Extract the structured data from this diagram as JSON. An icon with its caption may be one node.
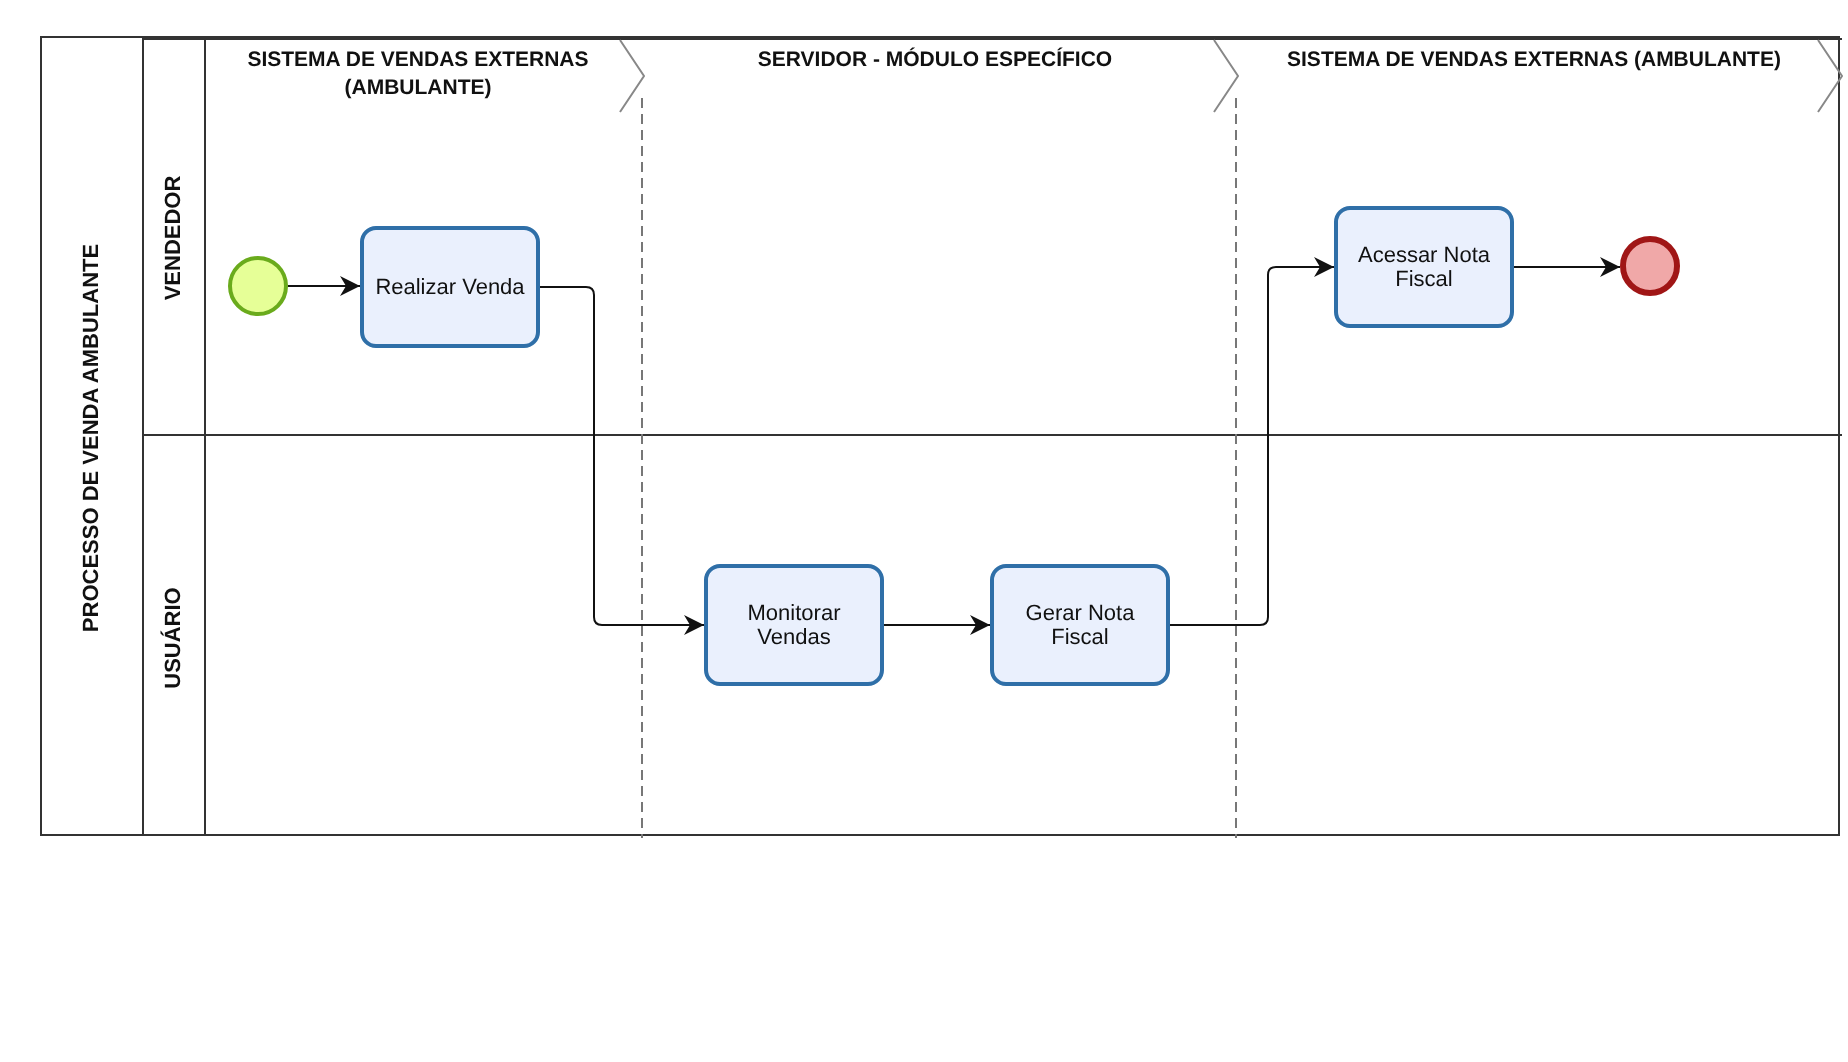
{
  "diagram": {
    "nodes": [
      {
        "text": [
          "PROCESSO DE VENDA AMBULANTE"
        ]
      },
      {
        "text": [
          "VENDEDOR"
        ],
        "in": 0
      },
      {
        "text": [
          "USUÁRIO"
        ],
        "in": 0
      },
      {
        "text": [
          "SISTEMA DE VENDAS EXTERNAS (AMBULANTE)"
        ],
        "in": 1
      },
      {
        "text": [
          "SERVIDOR - MÓDULO ESPECÍFICO"
        ],
        "in": 1
      },
      {
        "text": [
          "SISTEMA DE VENDAS EXTERNAS (AMBULANTE)"
        ],
        "in": 1
      },
      {
        "text": [],
        "shape": "circle",
        "in": 1
      },
      {
        "text": [
          "Realizar Venda"
        ],
        "in": 1
      },
      {
        "text": [
          "Acessar Nota Fiscal"
        ],
        "in": 1
      },
      {
        "text": [],
        "shape": "circle",
        "in": 1
      },
      {
        "text": [
          "Monitorar Vendas"
        ],
        "in": 2
      },
      {
        "text": [
          "Gerar Nota Fiscal"
        ],
        "in": 2
      }
    ],
    "edges": [
      {
        "from": 6,
        "to": 7,
        "arrow": "to"
      },
      {
        "from": 7,
        "to": 10,
        "arrow": "to"
      },
      {
        "from": 10,
        "to": 11,
        "arrow": "to"
      },
      {
        "from": 11,
        "to": 8,
        "arrow": "to"
      },
      {
        "from": 8,
        "to": 9,
        "arrow": "to"
      }
    ]
  }
}
